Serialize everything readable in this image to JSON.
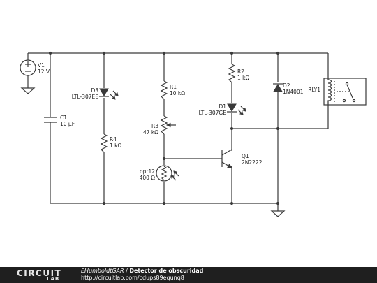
{
  "components": {
    "v1": {
      "ref": "V1",
      "value": "12 V"
    },
    "c1": {
      "ref": "C1",
      "value": "10 µF"
    },
    "d3": {
      "ref": "D3",
      "value": "LTL-307EE"
    },
    "r4": {
      "ref": "R4",
      "value": "1 kΩ"
    },
    "r1": {
      "ref": "R1",
      "value": "10 kΩ"
    },
    "r3": {
      "ref": "R3",
      "value": "47 kΩ"
    },
    "ldr": {
      "ref": "opr12",
      "value": "400 Ω"
    },
    "r2": {
      "ref": "R2",
      "value": "1 kΩ"
    },
    "d1": {
      "ref": "D1",
      "value": "LTL-307GE"
    },
    "q1": {
      "ref": "Q1",
      "value": "2N2222"
    },
    "d2": {
      "ref": "D2",
      "value": "1N4001"
    },
    "rly1": {
      "ref": "RLY1"
    }
  },
  "footer": {
    "logo_top": "CIRCUIT",
    "logo_bottom": "LAB",
    "author": "EHumboldtGAR",
    "separator": " / ",
    "title": "Detector de obscuridad",
    "url": "http://circuitlab.com/cdups89equnq8"
  },
  "colors": {
    "wire": "#3a3a3a",
    "footer_bg": "#1f1f1f",
    "footer_text": "#ffffff"
  }
}
